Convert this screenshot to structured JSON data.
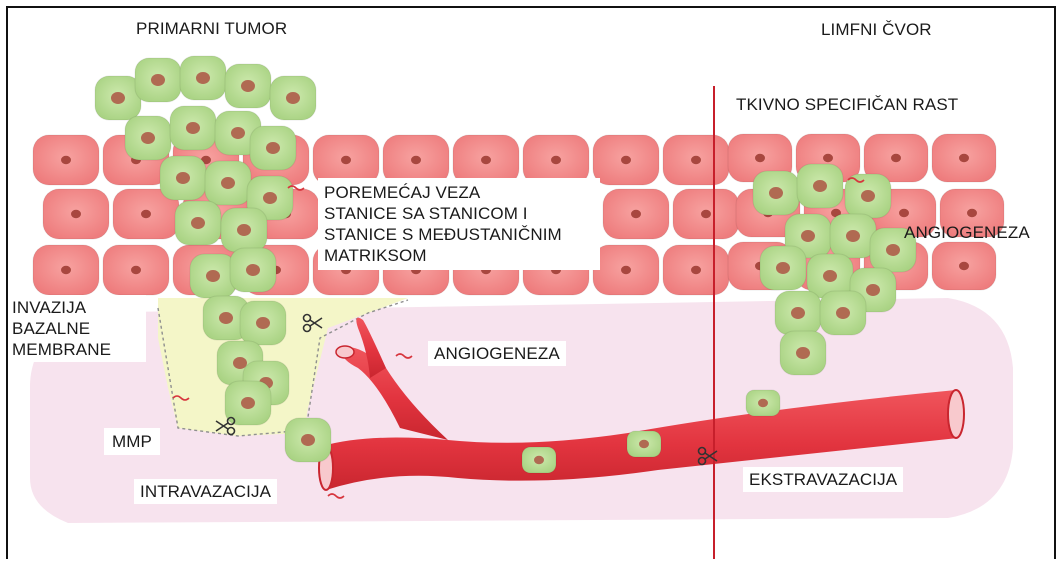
{
  "labels": {
    "primary_tumor": "PRIMARNI TUMOR",
    "lymph_node": "LIMFNI ČVOR",
    "tissue_specific_growth": "TKIVNO SPECIFIČAN RAST",
    "adhesion_disruption": [
      "POREMEĆAJ VEZA",
      "STANICE SA STANICOM I",
      "STANICE S MEĐUSTANIČNIM",
      "MATRIKSOM"
    ],
    "angiogenesis_right": "ANGIOGENEZA",
    "invasion": [
      "INVAZIJA",
      "BAZALNE",
      "MEMBRANE"
    ],
    "angiogenesis_center": "ANGIOGENEZA",
    "mmp": "MMP",
    "intravasation": "INTRAVAZACIJA",
    "extravasation": "EKSTRAVAZACIJA"
  },
  "icons": [
    "scissors-icon",
    "tumor-cell-icon",
    "tissue-cell-icon",
    "blood-vessel-icon",
    "divider-line-icon"
  ],
  "colors": {
    "tissue_cell": "#f08a8a",
    "tissue_nucleus": "#a8473f",
    "tumor_cell": "#b9dd92",
    "tumor_nucleus": "#b06a52",
    "stroma": "#f7e3ee",
    "basement_zone": "#f4f6c8",
    "vessel": "#e2343f",
    "divider": "#c71f2b"
  }
}
